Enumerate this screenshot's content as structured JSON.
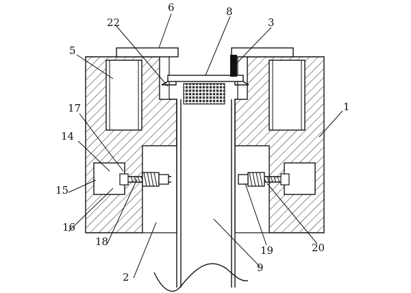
{
  "figure": {
    "labels": {
      "n1": "1",
      "n2": "2",
      "n3": "3",
      "n5": "5",
      "n6": "6",
      "n8": "8",
      "n9": "9",
      "n14": "14",
      "n15": "15",
      "n16": "16",
      "n17": "17",
      "n18": "18",
      "n19": "19",
      "n20": "20",
      "n22": "22"
    }
  }
}
